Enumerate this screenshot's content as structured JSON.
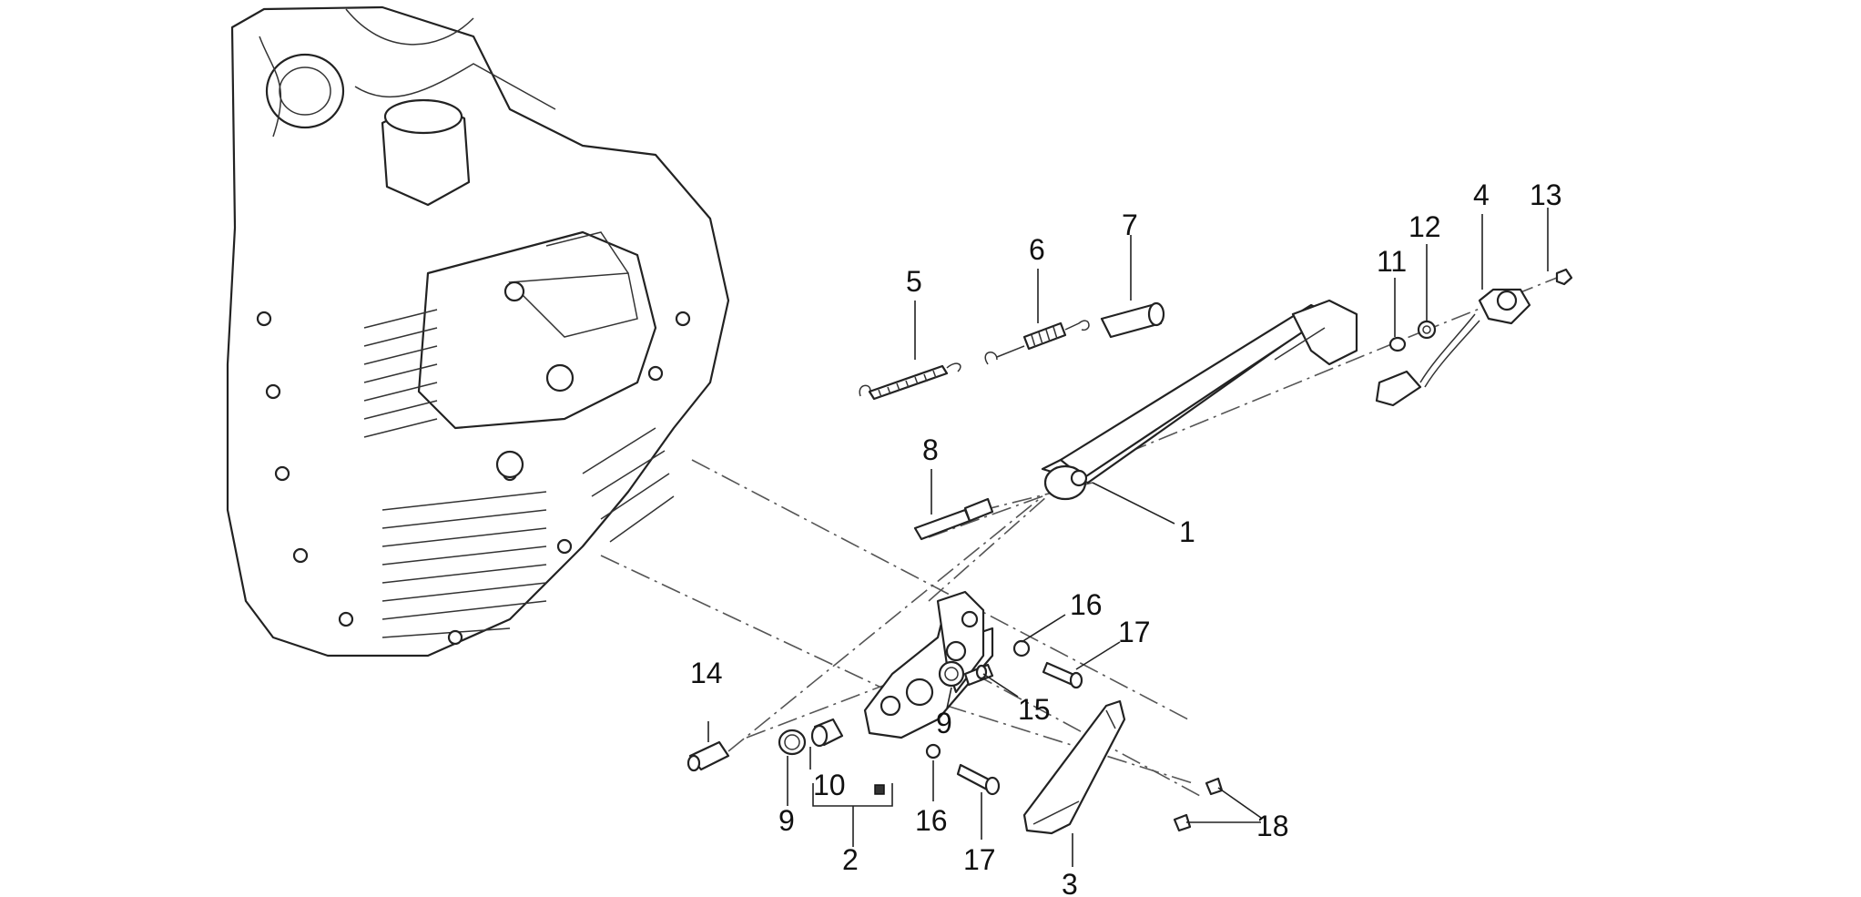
{
  "diagram": {
    "callouts": [
      {
        "id": "1",
        "text": "1"
      },
      {
        "id": "2",
        "text": "2"
      },
      {
        "id": "3",
        "text": "3"
      },
      {
        "id": "4",
        "text": "4"
      },
      {
        "id": "5",
        "text": "5"
      },
      {
        "id": "6",
        "text": "6"
      },
      {
        "id": "7",
        "text": "7"
      },
      {
        "id": "8",
        "text": "8"
      },
      {
        "id": "9a",
        "text": "9"
      },
      {
        "id": "9b",
        "text": "9"
      },
      {
        "id": "10",
        "text": "10"
      },
      {
        "id": "11",
        "text": "11"
      },
      {
        "id": "12",
        "text": "12"
      },
      {
        "id": "13",
        "text": "13"
      },
      {
        "id": "14",
        "text": "14"
      },
      {
        "id": "15",
        "text": "15"
      },
      {
        "id": "16a",
        "text": "16"
      },
      {
        "id": "16b",
        "text": "16"
      },
      {
        "id": "17a",
        "text": "17"
      },
      {
        "id": "17b",
        "text": "17"
      },
      {
        "id": "18",
        "text": "18"
      }
    ],
    "colors": {
      "line": "#222222",
      "background": "#ffffff"
    }
  }
}
